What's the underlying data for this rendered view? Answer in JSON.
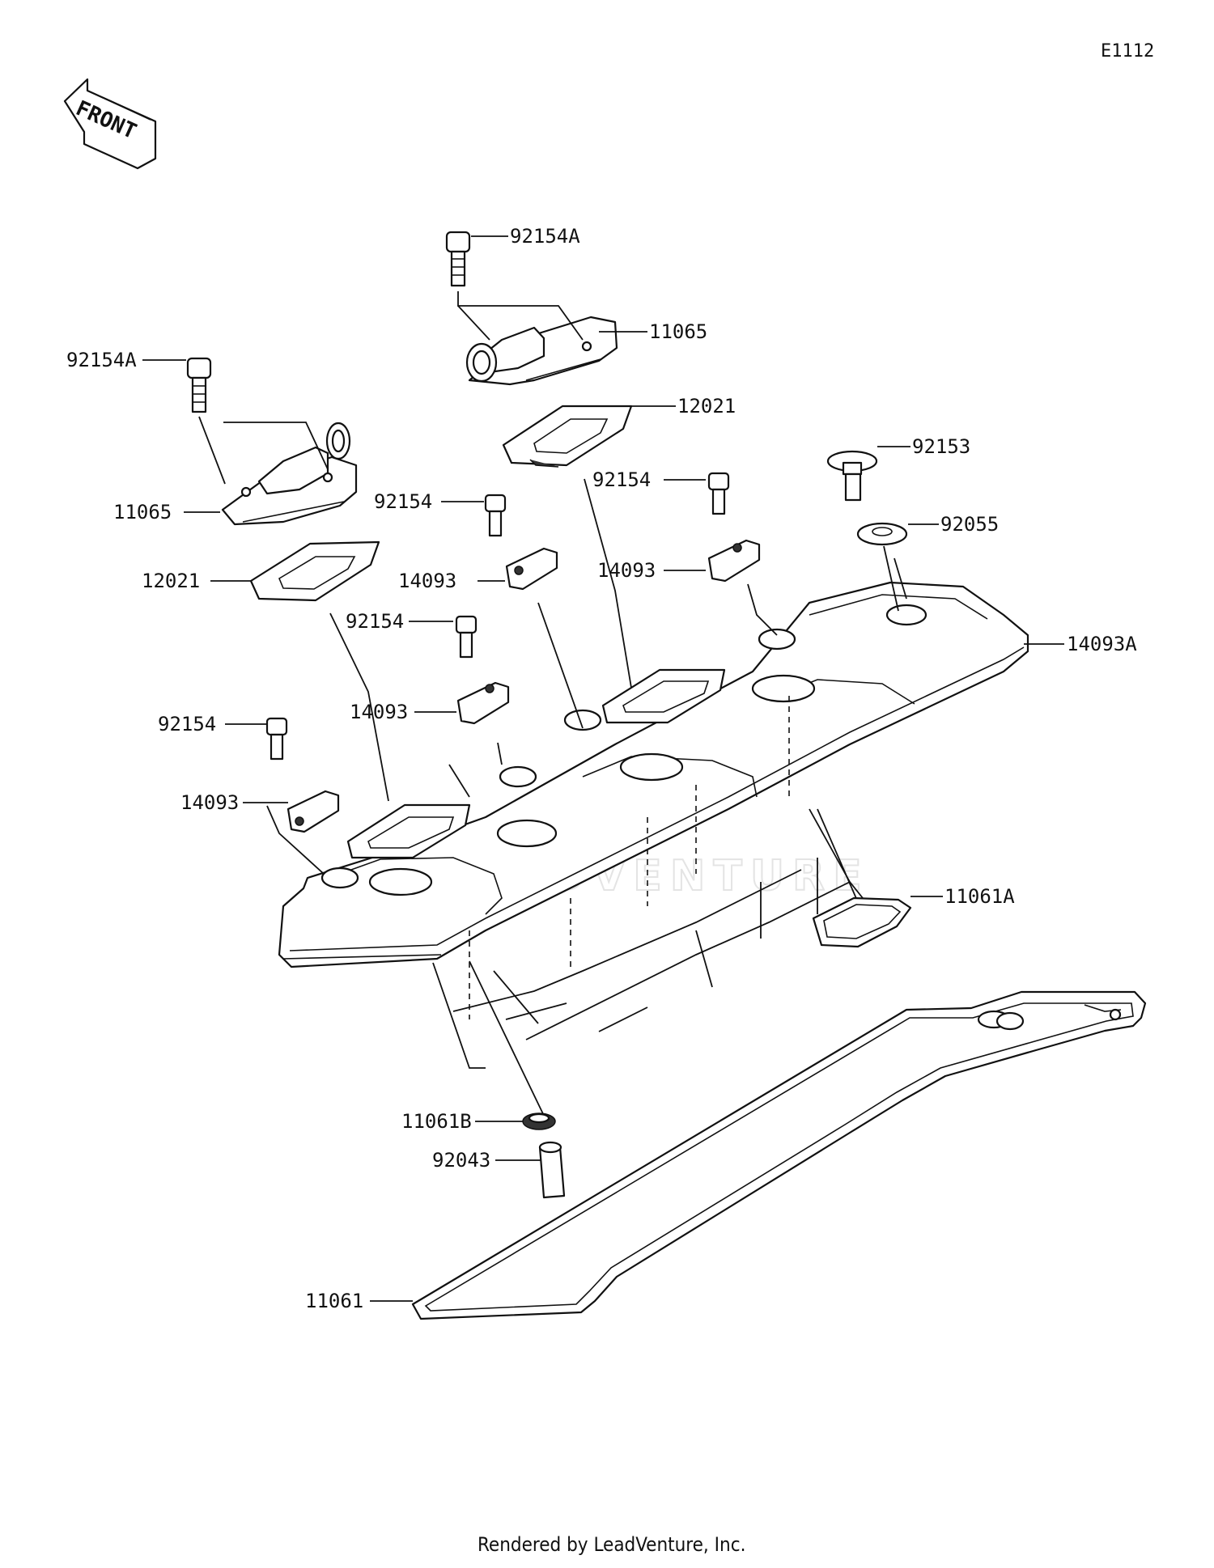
{
  "diagram_ref": "E1112",
  "front_marker": "FRONT",
  "footer": "Rendered by LeadVenture, Inc.",
  "watermark": "LEADVENTURE",
  "callouts": [
    {
      "id": "92154A_top",
      "label": "92154A"
    },
    {
      "id": "11065_top",
      "label": "11065"
    },
    {
      "id": "92154A_left",
      "label": "92154A"
    },
    {
      "id": "12021_right",
      "label": "12021"
    },
    {
      "id": "92153",
      "label": "92153"
    },
    {
      "id": "92154_mid_right",
      "label": "92154"
    },
    {
      "id": "11065_left",
      "label": "11065"
    },
    {
      "id": "92154_mid",
      "label": "92154"
    },
    {
      "id": "92055",
      "label": "92055"
    },
    {
      "id": "14093_mid_right",
      "label": "14093"
    },
    {
      "id": "12021_left",
      "label": "12021"
    },
    {
      "id": "14093_mid",
      "label": "14093"
    },
    {
      "id": "92154_lower",
      "label": "92154"
    },
    {
      "id": "14093A",
      "label": "14093A"
    },
    {
      "id": "14093_lower",
      "label": "14093"
    },
    {
      "id": "92154_bottom",
      "label": "92154"
    },
    {
      "id": "14093_bottom",
      "label": "14093"
    },
    {
      "id": "11061A",
      "label": "11061A"
    },
    {
      "id": "11061B",
      "label": "11061B"
    },
    {
      "id": "92043",
      "label": "92043"
    },
    {
      "id": "11061",
      "label": "11061"
    }
  ]
}
